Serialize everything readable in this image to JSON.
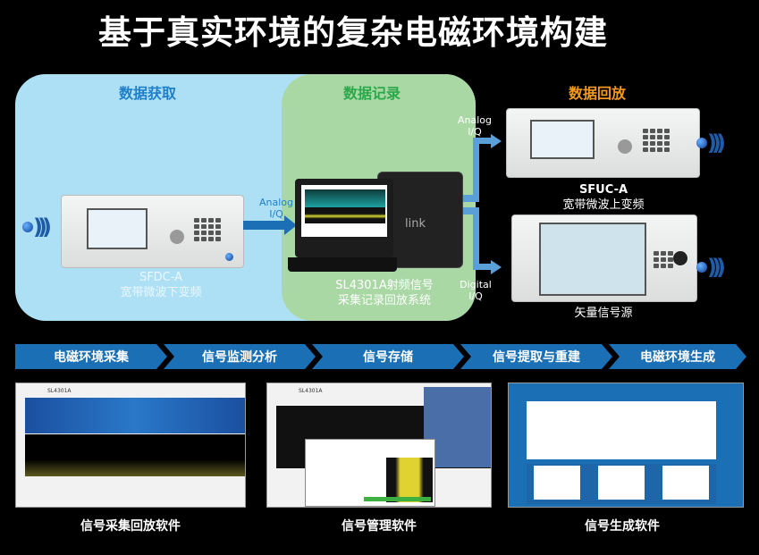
{
  "title": "基于真实环境的复杂电磁环境构建",
  "sections": {
    "acquire": "数据获取",
    "record": "数据记录",
    "playback": "数据回放"
  },
  "colors": {
    "acquire": "#1f7fc9",
    "record": "#2aa84a",
    "playback": "#f39a1e",
    "flow": "#1a6fb5"
  },
  "devices": {
    "downconverter": {
      "model": "SFDC-A",
      "name": "宽带微波下变频"
    },
    "recorder": {
      "name_line1": "SL4301A射频信号",
      "name_line2": "采集记录回放系统",
      "brand": "link"
    },
    "upconverter": {
      "model": "SFUC-A",
      "name": "宽带微波上变频"
    },
    "signal_source": {
      "name": "矢量信号源"
    }
  },
  "links": {
    "analog_iq_in": [
      "Analog",
      "I/Q"
    ],
    "analog_iq_out": [
      "Analog",
      "I/Q"
    ],
    "digital_iq_out": [
      "Digital",
      "I/Q"
    ]
  },
  "flow_steps": [
    "电磁环境采集",
    "信号监测分析",
    "信号存储",
    "信号提取与重建",
    "电磁环境生成"
  ],
  "software": [
    {
      "caption": "信号采集回放软件",
      "app": "SL4301A"
    },
    {
      "caption": "信号管理软件",
      "app": "SL4301A"
    },
    {
      "caption": "信号生成软件"
    }
  ],
  "icons": [
    "radio-wave-icon",
    "arrow-right-icon",
    "chevron-right-icon"
  ]
}
